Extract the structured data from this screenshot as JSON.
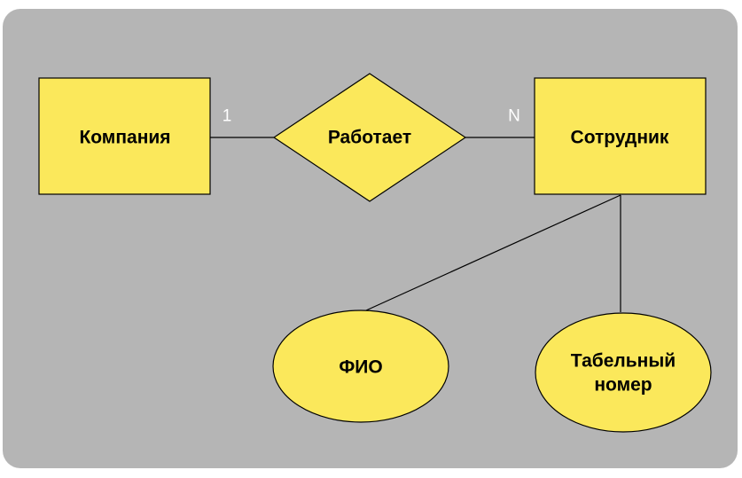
{
  "diagram": {
    "entities": {
      "company": "Компания",
      "employee": "Сотрудник"
    },
    "relationship": {
      "label": "Работает",
      "card_left": "1",
      "card_right": "N"
    },
    "attributes": {
      "fio": "ФИО",
      "tab_number_line1": "Табельный",
      "tab_number_line2": "номер"
    }
  },
  "colors": {
    "background": "#b5b5b5",
    "shape_fill": "#fbe85b",
    "stroke": "#000000",
    "cardinality": "#ffffff"
  }
}
